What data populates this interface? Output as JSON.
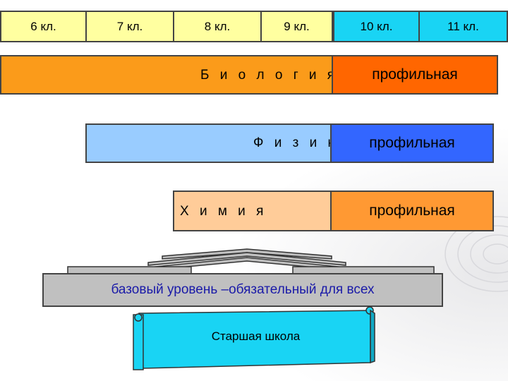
{
  "grades": [
    {
      "label": "6 кл."
    },
    {
      "label": "7 кл."
    },
    {
      "label": "8 кл."
    },
    {
      "label": "9 кл."
    },
    {
      "label": "10 кл."
    },
    {
      "label": "11 кл."
    }
  ],
  "rows": {
    "biology": {
      "subject": "Б и о л о г и я",
      "profile": "профильная"
    },
    "physics": {
      "subject": "Ф и з и к а",
      "profile": "профильная"
    },
    "chemistry": {
      "subject": "Х и м и я",
      "profile": "профильная"
    }
  },
  "base": {
    "text": "базовый уровень –обязательный для всех"
  },
  "scroll": {
    "text": "Старшая школа"
  },
  "colors": {
    "grade_base": "#ffffa0",
    "grade_senior": "#19d4f4",
    "biology_bar": "#fb9b1a",
    "biology_profile": "#ff6600",
    "physics_bar": "#99ccff",
    "physics_profile": "#3366ff",
    "chemistry_bar": "#ffcc99",
    "chemistry_profile": "#ff9933",
    "base_box": "#c0c0c0",
    "scroll": "#19d4f4"
  }
}
